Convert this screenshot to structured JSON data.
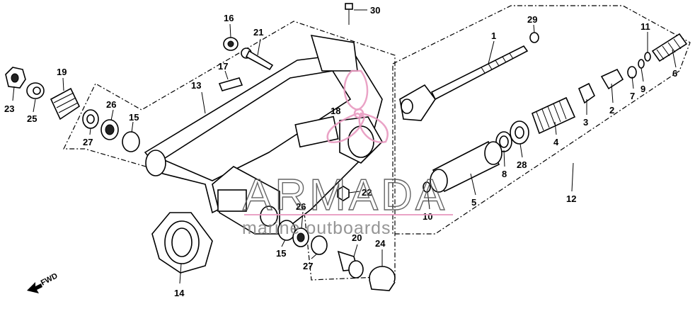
{
  "watermark": {
    "brand": "ARMADA",
    "tagline": "marine outboards",
    "logo_color": "#e89ac0"
  },
  "fwd_label": "FWD",
  "callouts": [
    "1",
    "2",
    "3",
    "4",
    "5",
    "6",
    "7",
    "8",
    "9",
    "10",
    "11",
    "12",
    "13",
    "14",
    "15",
    "15",
    "16",
    "17",
    "18",
    "19",
    "20",
    "21",
    "22",
    "23",
    "24",
    "25",
    "26",
    "26",
    "27",
    "27",
    "28",
    "29",
    "30"
  ]
}
